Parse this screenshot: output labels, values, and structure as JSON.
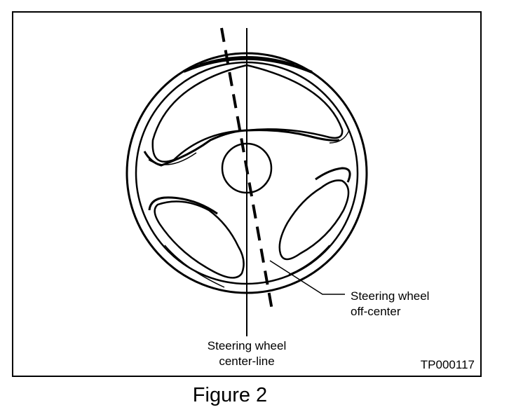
{
  "figure": {
    "caption": "Figure 2",
    "code": "TP000117"
  },
  "labels": {
    "offcenter_line1": "Steering wheel",
    "offcenter_line2": "off-center",
    "centerline_line1": "Steering wheel",
    "centerline_line2": "center-line"
  }
}
